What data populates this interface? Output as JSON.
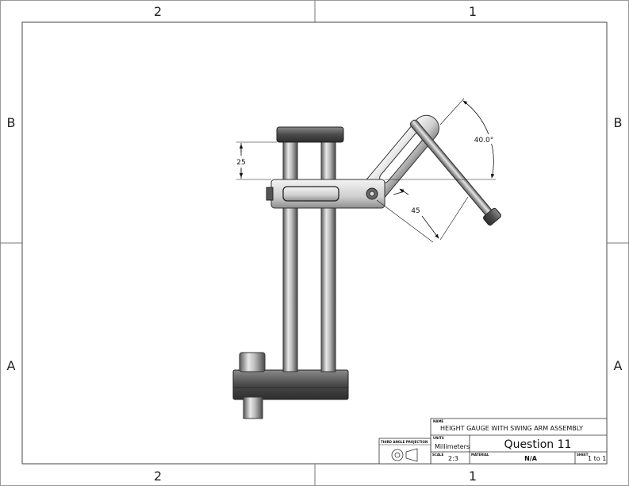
{
  "zones": {
    "top_left": "2",
    "top_right": "1",
    "bottom_left": "2",
    "bottom_right": "1",
    "left_upper": "B",
    "left_lower": "A",
    "right_upper": "B",
    "right_lower": "A"
  },
  "dimensions": {
    "height": "25",
    "arm_length": "45",
    "angle": "40.0°"
  },
  "title_block": {
    "name_label": "NAME",
    "name_value": "HEIGHT GAUGE WITH SWING ARM ASSEMBLY",
    "projection_label": "THIRD ANGLE PROJECTION",
    "units_label": "UNITS",
    "units_value": "Millimeters",
    "question": "Question 11",
    "scale_label": "SCALE",
    "scale_value": "2:3",
    "material_label": "MATERIAL",
    "material_value": "N/A",
    "sheet_label": "SHEET",
    "sheet_value": "1 to 1"
  }
}
